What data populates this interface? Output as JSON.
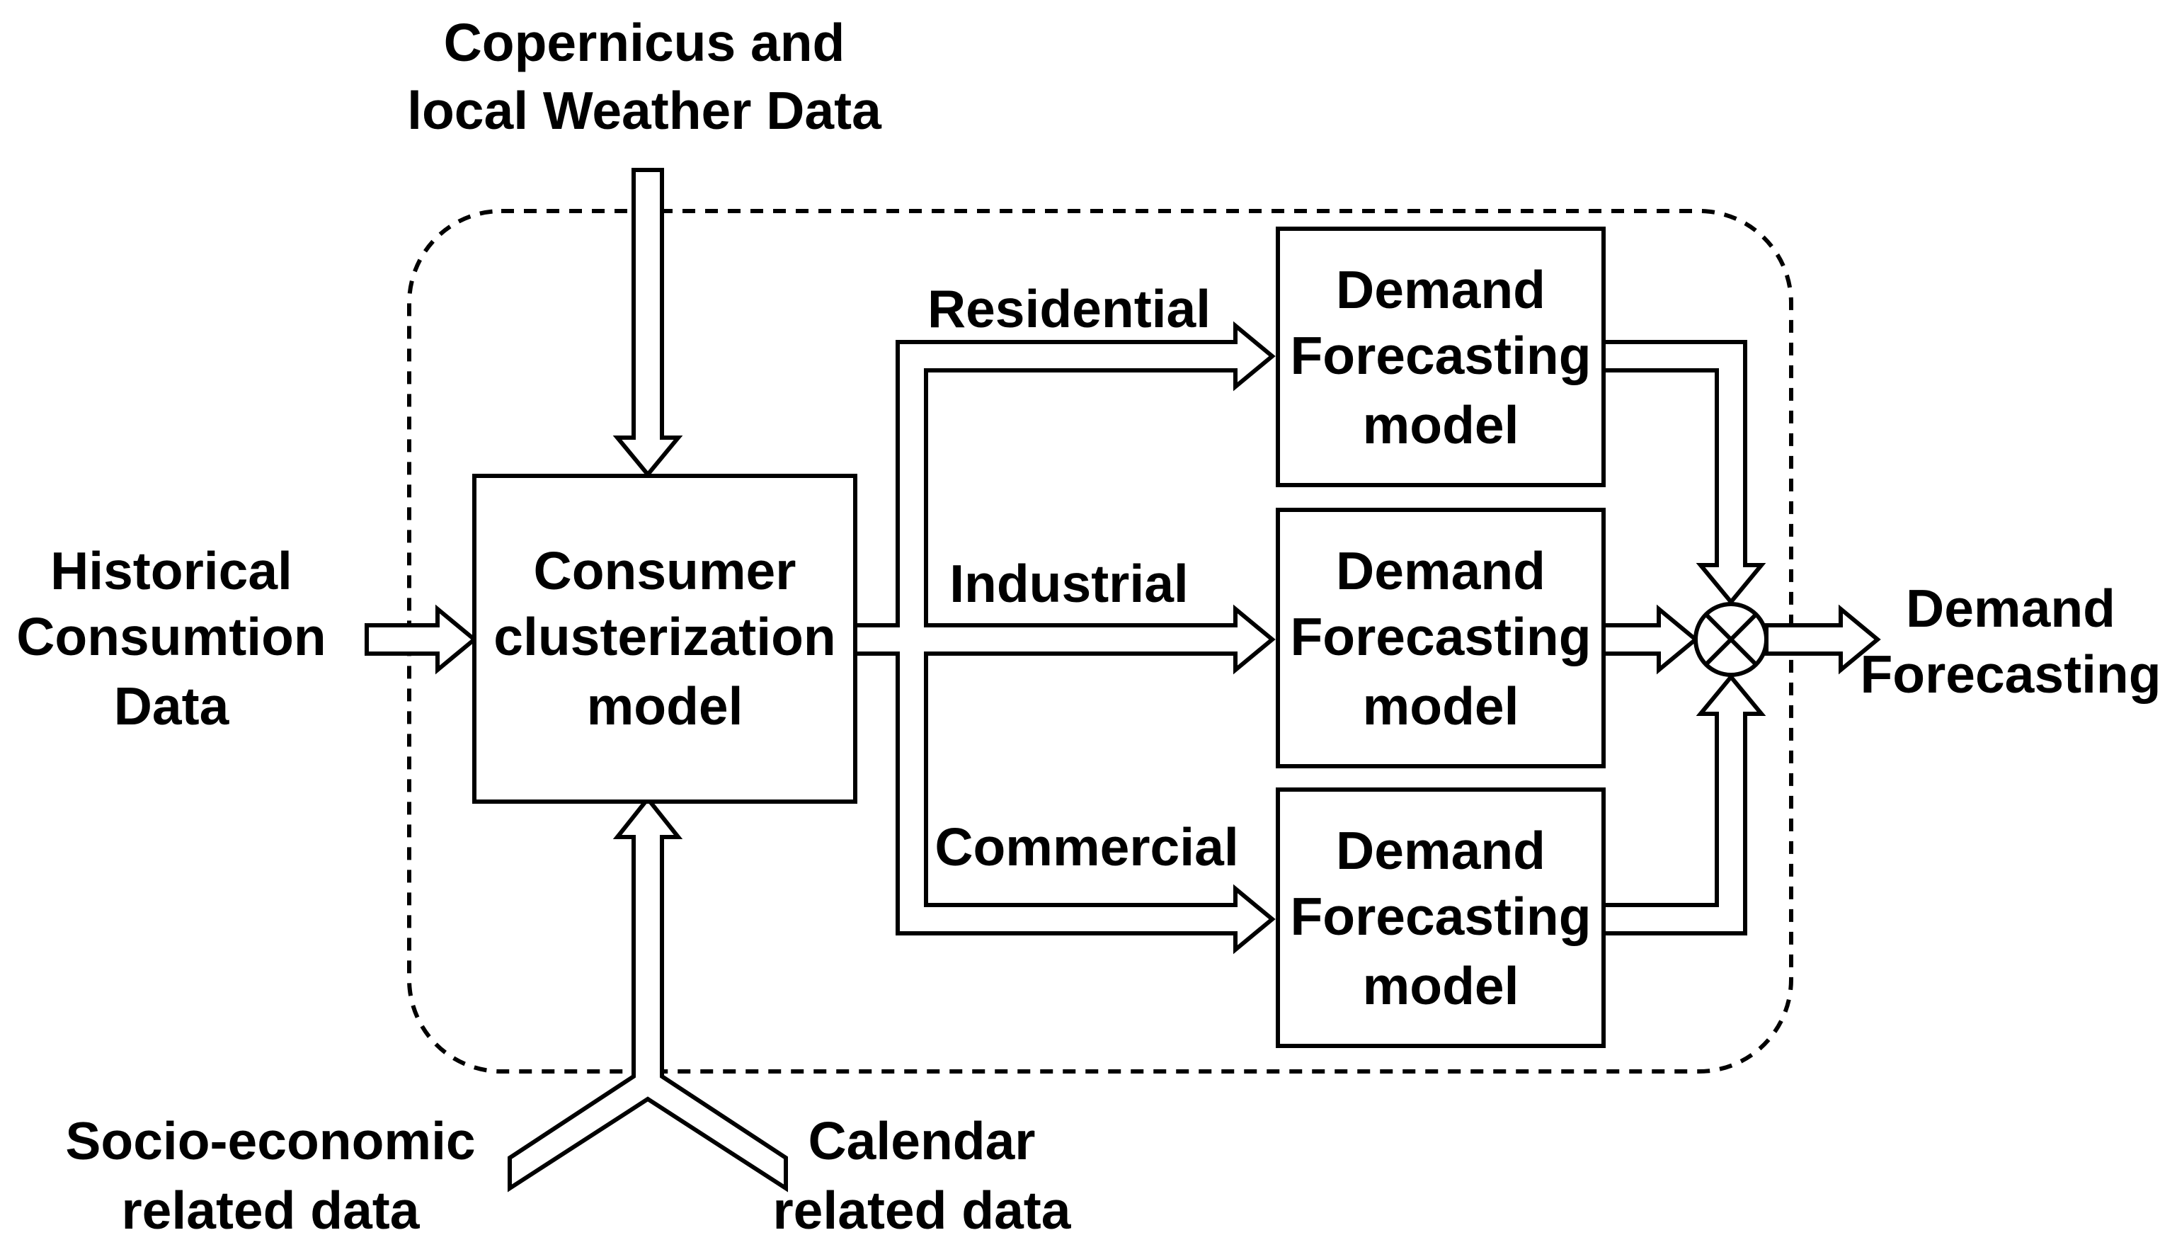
{
  "inputs": {
    "weather": [
      "Copernicus and",
      "local Weather Data"
    ],
    "historical": [
      "Historical",
      "Consumtion",
      "Data"
    ],
    "socio": [
      "Socio-economic",
      "related data"
    ],
    "calendar": [
      "Calendar",
      "related data"
    ]
  },
  "cluster_model": [
    "Consumer",
    "clusterization",
    "model"
  ],
  "branches": {
    "residential": "Residential",
    "industrial": "Industrial",
    "commercial": "Commercial"
  },
  "forecast_models": [
    [
      "Demand",
      "Forecasting",
      "model"
    ],
    [
      "Demand",
      "Forecasting",
      "model"
    ],
    [
      "Demand",
      "Forecasting",
      "model"
    ]
  ],
  "output": [
    "Demand",
    "Forecasting"
  ],
  "colors": {
    "stroke": "#000000",
    "fill": "#ffffff"
  }
}
